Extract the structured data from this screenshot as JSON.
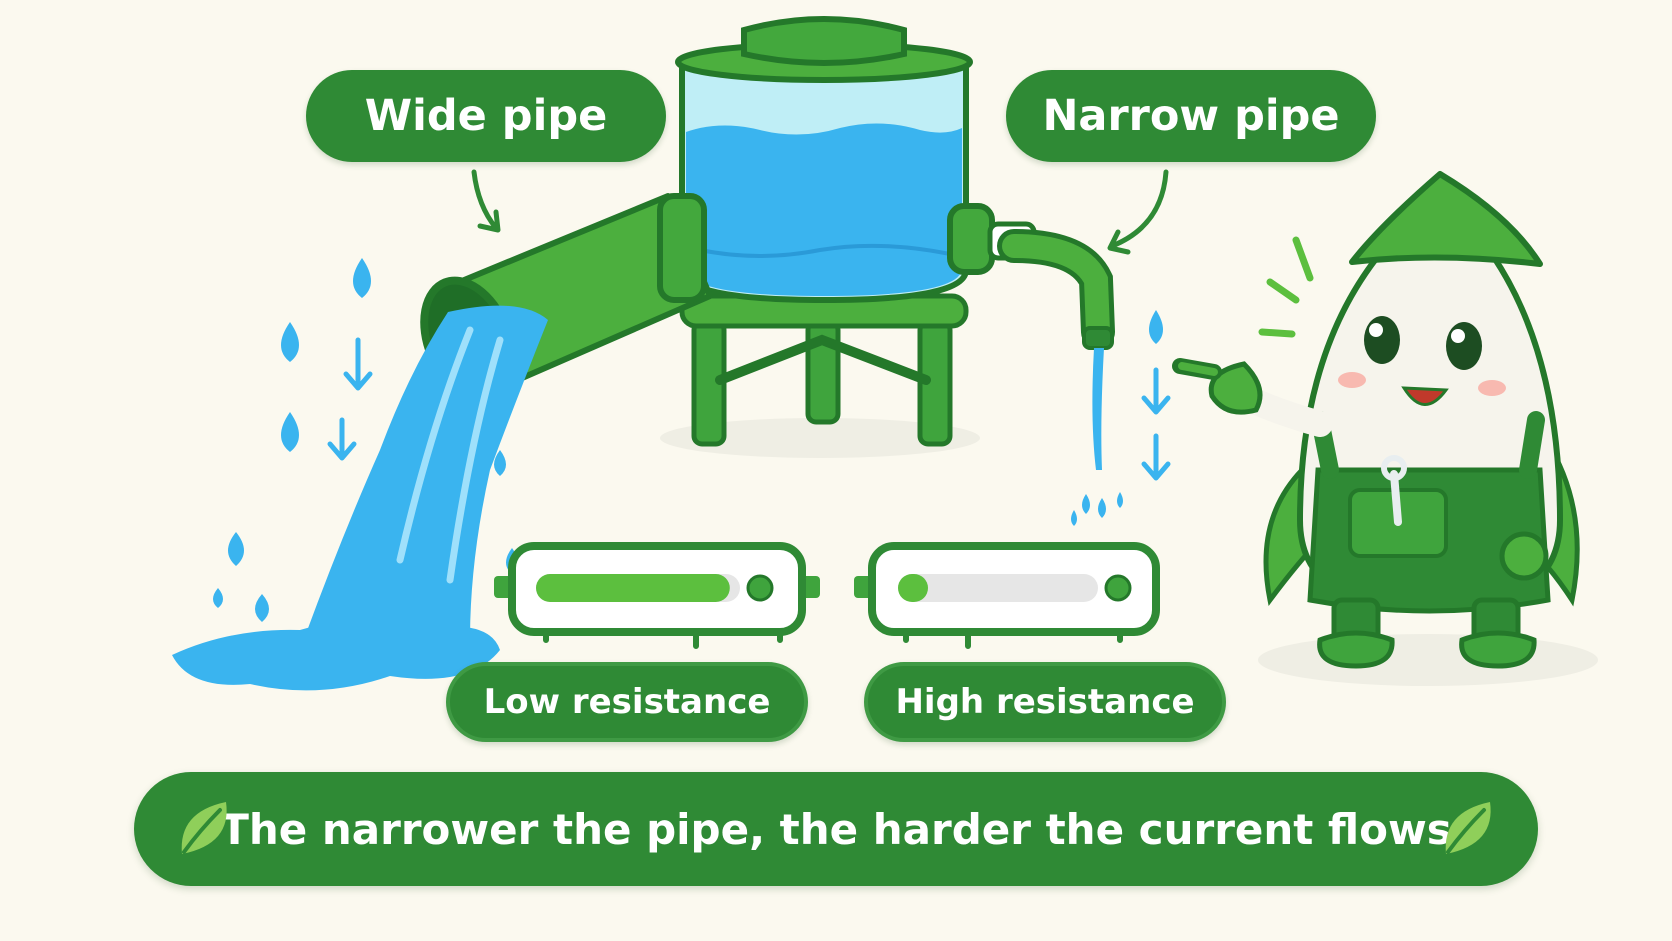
{
  "labels": {
    "wide_pipe": "Wide pipe",
    "narrow_pipe": "Narrow pipe",
    "low_resistance": "Low resistance",
    "high_resistance": "High resistance"
  },
  "caption": "The narrower the pipe, the harder the current flows",
  "resistance_meters": {
    "low": {
      "fill_fraction": 0.95
    },
    "high": {
      "fill_fraction": 0.15
    }
  },
  "colors": {
    "background": "#fbf9ef",
    "brand_green": "#2f8a35",
    "pipe_green": "#4caf3e",
    "water_blue": "#3ab4ef",
    "meter_track": "#e6e6e6"
  },
  "icons": [
    "leaf-icon",
    "arrow-icon",
    "wrench-icon",
    "water-drop-icon"
  ]
}
